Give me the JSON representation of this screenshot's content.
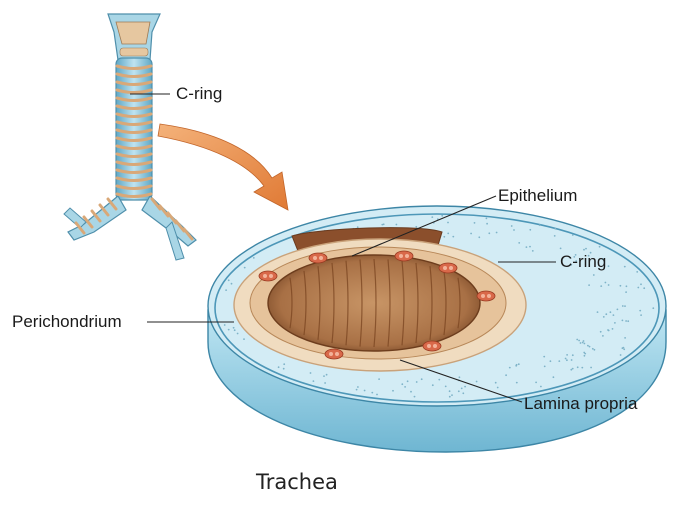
{
  "labels": {
    "c_ring_top": "C-ring",
    "epithelium": "Epithelium",
    "c_ring_right": "C-ring",
    "perichondrium": "Perichondrium",
    "lamina_propria": "Lamina propria"
  },
  "caption": "Trachea",
  "colors": {
    "cartilage": "#9fd0e3",
    "cartilage_dark": "#5fa8c6",
    "lumen": "#b9875a",
    "ring_band": "#d9a878",
    "arrow": "#e8934a",
    "gland": "#d9694a",
    "leader": "#222222"
  }
}
